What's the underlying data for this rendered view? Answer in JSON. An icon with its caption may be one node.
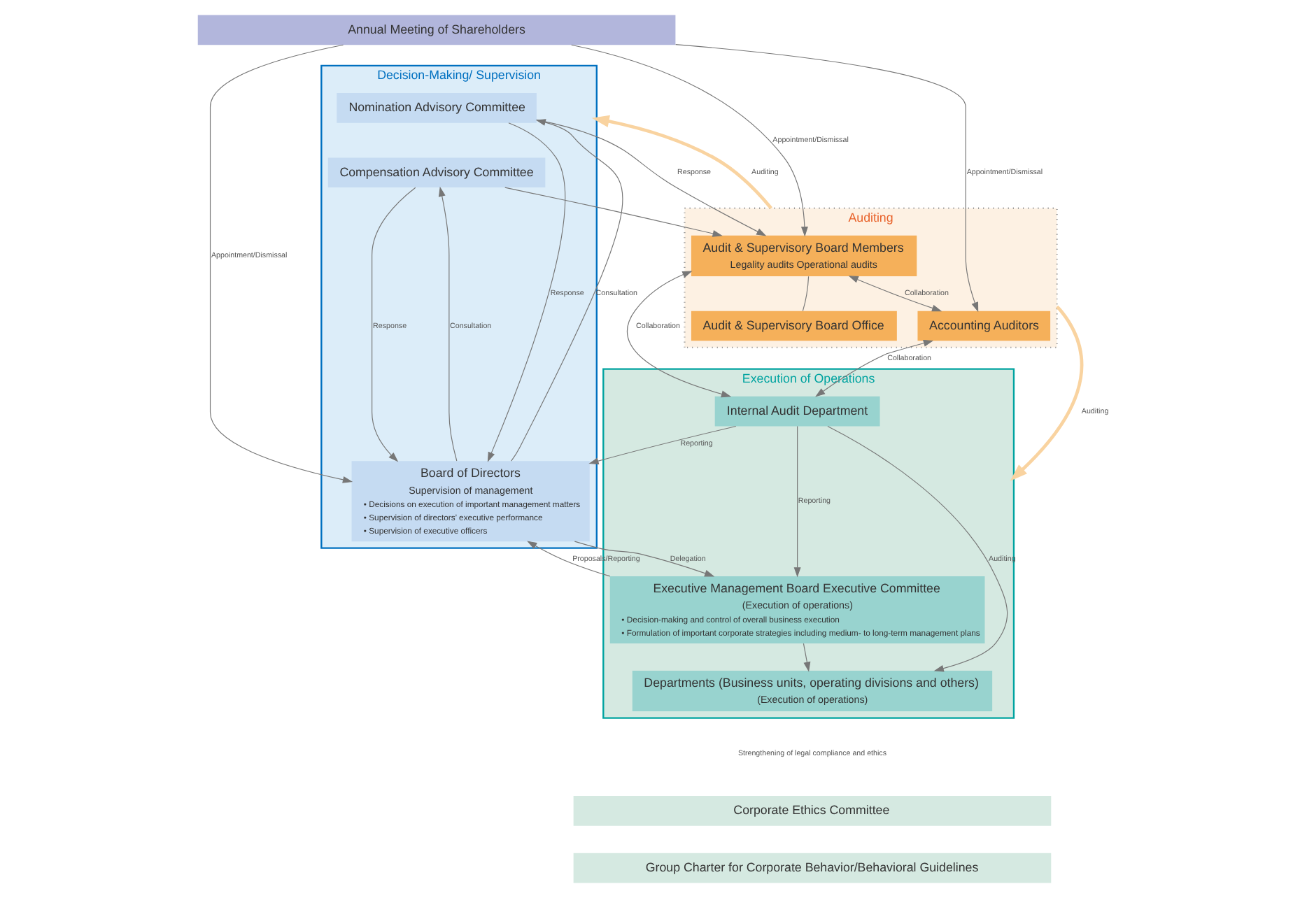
{
  "diagram": {
    "nodes": [
      {
        "text": [
          "Annual Meeting of Shareholders"
        ]
      },
      {
        "text": [
          "Decision-Making/ Supervision"
        ]
      },
      {
        "text": [
          "Nomination Advisory Committee"
        ],
        "in": 1
      },
      {
        "text": [
          "Compensation Advisory Committee"
        ],
        "in": 1
      },
      {
        "text": [
          "Board of Directors",
          "Supervision of management",
          "• Decisions on execution of important management matters",
          "• Supervision of directors’ executive performance",
          "• Supervision of executive officers"
        ],
        "in": 1
      },
      {
        "text": [
          "Auditing"
        ]
      },
      {
        "text": [
          "Audit & Supervisory Board Members",
          "Legality audits Operational audits"
        ],
        "in": 5
      },
      {
        "text": [
          "Accounting Auditors"
        ],
        "in": 5
      },
      {
        "text": [
          "Audit & Supervisory Board Office"
        ],
        "in": 5
      },
      {
        "text": [
          "Execution of Operations"
        ]
      },
      {
        "text": [
          "Executive Management Board Executive Committee",
          "(Execution of operations)",
          "• Decision-making and control of overall business execution",
          "• Formulation of important corporate strategies including medium- to long-term management plans"
        ],
        "in": 9
      },
      {
        "text": [
          "Internal Audit Department"
        ],
        "in": 9
      },
      {
        "text": [
          "Departments (Business units, operating divisions and others)",
          "(Execution of operations)"
        ],
        "in": 9
      },
      {
        "text": [
          "Corporate Ethics Committee"
        ]
      },
      {
        "text": [
          "Group Charter for Corporate Behavior/Behavioral Guidelines"
        ]
      }
    ],
    "edges": [
      {
        "from": 0,
        "to": 4,
        "arrow": "to",
        "label": "Appointment/Dismissal"
      },
      {
        "from": 0,
        "to": 6,
        "arrow": "to",
        "label": "Appointment/Dismissal"
      },
      {
        "from": 0,
        "to": 7,
        "arrow": "to",
        "label": "Appointment/Dismissal"
      },
      {
        "from": 4,
        "to": 2,
        "arrow": "to",
        "label": "Consultation"
      },
      {
        "from": 2,
        "to": 4,
        "arrow": "to",
        "label": "Response"
      },
      {
        "from": 4,
        "to": 3,
        "arrow": "to",
        "label": "Consultation"
      },
      {
        "from": 3,
        "to": 4,
        "arrow": "to",
        "label": "Response"
      },
      {
        "from": 2,
        "to": 6,
        "arrow": "to",
        "label": "Response"
      },
      {
        "from": 3,
        "to": 6,
        "arrow": "to"
      },
      {
        "from": 6,
        "to": 7,
        "arrow": "both",
        "label": "Collaboration"
      },
      {
        "from": 8,
        "to": 6,
        "arrow": "none"
      },
      {
        "from": 11,
        "to": 6,
        "arrow": "both",
        "label": "Collaboration"
      },
      {
        "from": 11,
        "to": 7,
        "arrow": "both",
        "label": "Collaboration"
      },
      {
        "from": 5,
        "to": 1,
        "arrow": "to",
        "label": "Auditing",
        "style": "thick",
        "color": "#f9d3a0"
      },
      {
        "from": 5,
        "to": 9,
        "arrow": "to",
        "label": "Auditing",
        "style": "thick",
        "color": "#f9d3a0"
      },
      {
        "from": 10,
        "to": 4,
        "arrow": "to",
        "label": "Proposals/Reporting"
      },
      {
        "from": 4,
        "to": 10,
        "arrow": "to",
        "label": "Delegation"
      },
      {
        "from": 11,
        "to": 4,
        "arrow": "to",
        "label": "Reporting"
      },
      {
        "from": 11,
        "to": 10,
        "arrow": "to",
        "label": "Reporting"
      },
      {
        "from": 10,
        "to": 12,
        "arrow": "to"
      },
      {
        "from": 11,
        "to": 12,
        "arrow": "to",
        "label": "Auditing"
      }
    ],
    "labels": [
      "Strengthening of legal compliance and ethics"
    ]
  }
}
